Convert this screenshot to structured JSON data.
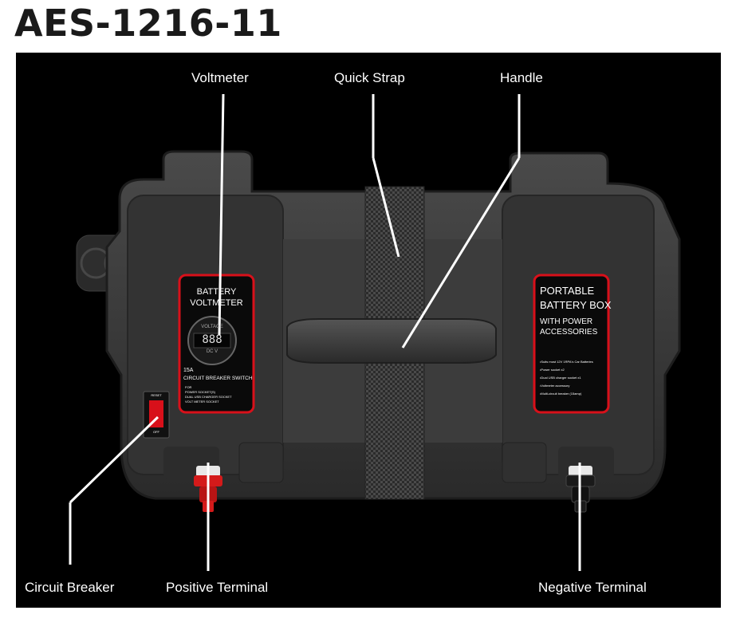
{
  "title": "AES-1216-11",
  "callouts": {
    "voltmeter": "Voltmeter",
    "quick_strap": "Quick Strap",
    "handle": "Handle",
    "circuit_breaker": "Circuit Breaker",
    "positive_terminal": "Positive Terminal",
    "negative_terminal": "Negative Terminal"
  },
  "left_panel": {
    "line1": "BATTERY",
    "line2": "VOLTMETER",
    "gauge_top": "VOLTAGE",
    "gauge_readout": "888",
    "gauge_unit": "DC  V",
    "amp": "15A",
    "switch_label": "CIRCUIT BREAKER SWITCH",
    "note1": "FOR",
    "note2": "POWER SOCKET(S)",
    "note3": "DUAL USB CHARGER SOCKET",
    "note4": "VOLT METER SOCKET"
  },
  "right_panel": {
    "line1": "PORTABLE",
    "line2": "BATTERY BOX",
    "line3": "WITH POWER",
    "line4": "ACCESSORIES",
    "b1": "•Suits most 12V 1RPA's Car Batteries",
    "b2": "•Power socket x2",
    "b3": "•Dual USB charger socket x1",
    "b4": "•Voltmeter accessory",
    "b5": "•Multi-circuit breaker (15amp)"
  },
  "breaker": {
    "top": "RESET",
    "bottom": "OFF"
  },
  "colors": {
    "panel_border": "#d8101a",
    "box_body": "#3a3a3a",
    "box_edge": "#222222",
    "positive_terminal": "#d41a1a",
    "negative_terminal": "#111111",
    "callout_line": "#ffffff"
  }
}
